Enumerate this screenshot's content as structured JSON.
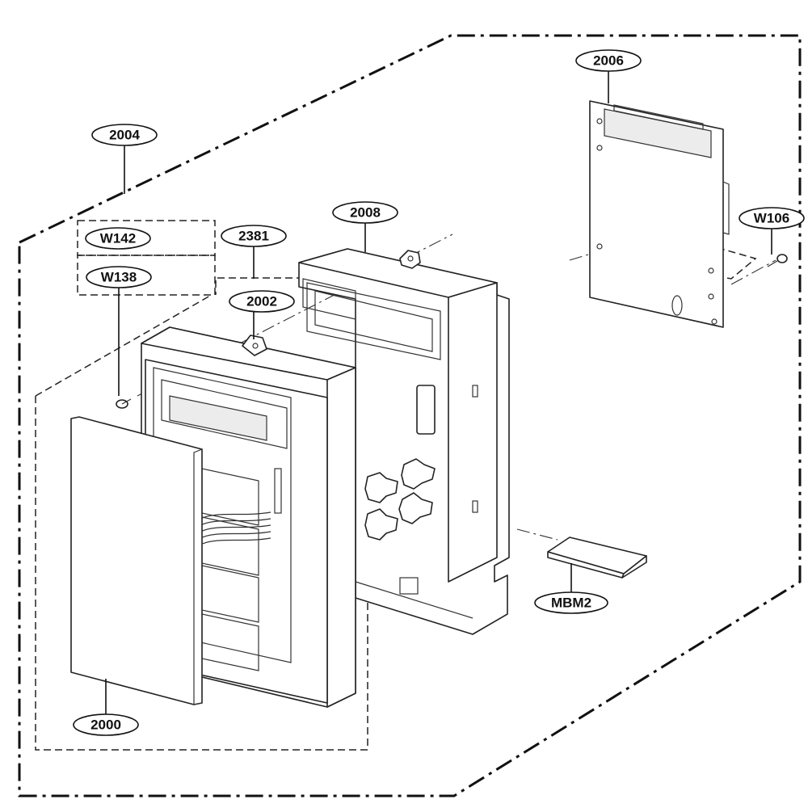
{
  "callouts": {
    "c2004": "2004",
    "c2006": "2006",
    "c2008": "2008",
    "c2381": "2381",
    "c2002": "2002",
    "cW142": "W142",
    "cW138": "W138",
    "cW106": "W106",
    "cMBM2": "MBM2",
    "c2000": "2000"
  }
}
